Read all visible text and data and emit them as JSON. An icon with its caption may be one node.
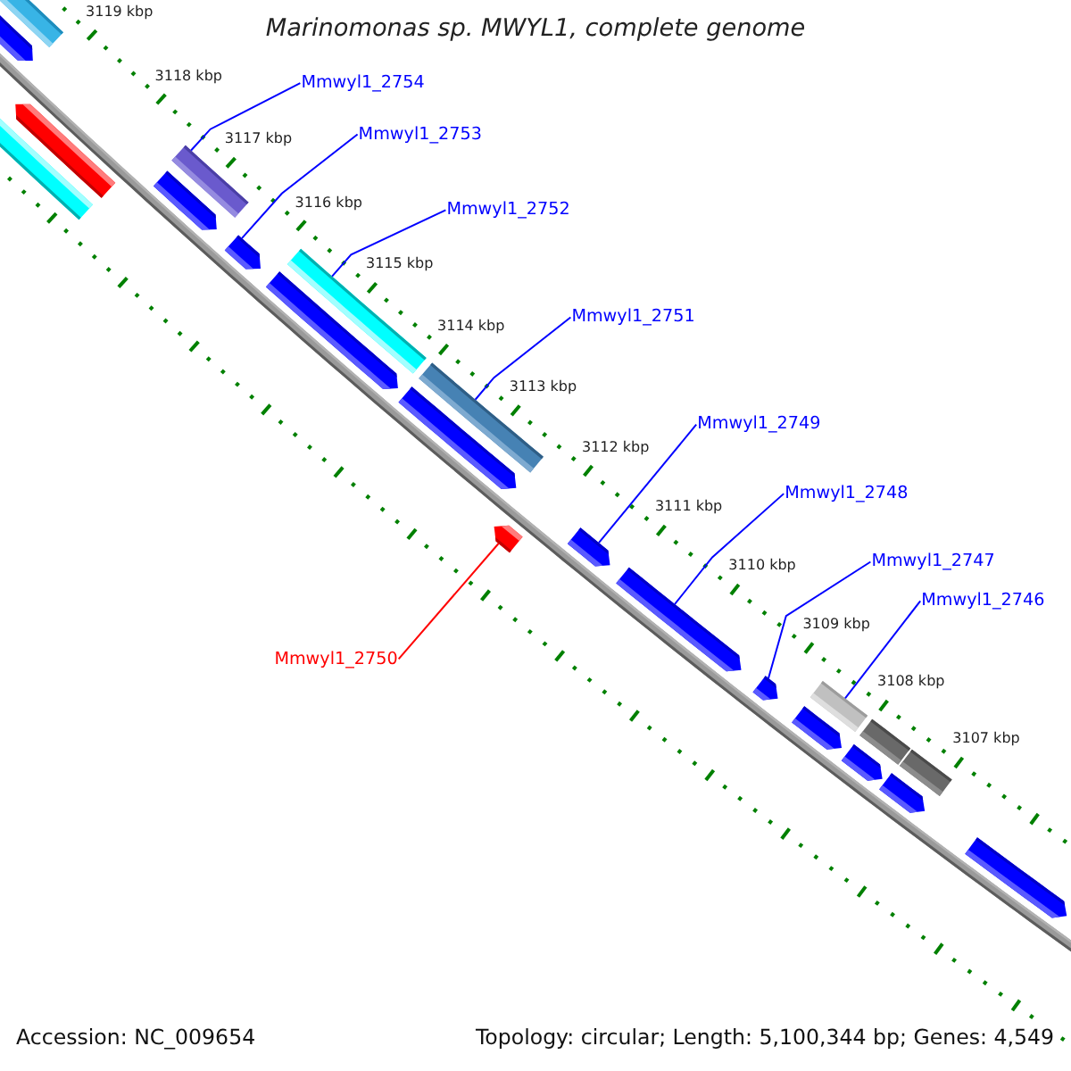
{
  "diagram": {
    "title": "Marinomonas sp. MWYL1, complete genome",
    "nodes": [
      {
        "text": [
          "Mmwyl1_2754"
        ]
      },
      {
        "text": [
          "Mmwyl1_2753"
        ]
      },
      {
        "text": [
          "Mmwyl1_2752"
        ]
      },
      {
        "text": [
          "Mmwyl1_2751"
        ]
      },
      {
        "text": [
          "Mmwyl1_2749"
        ]
      },
      {
        "text": [
          "Mmwyl1_2748"
        ]
      },
      {
        "text": [
          "Mmwyl1_2747"
        ]
      },
      {
        "text": [
          "Mmwyl1_2746"
        ]
      },
      {
        "text": [
          "Mmwyl1_2750"
        ]
      },
      {
        "text": [],
        "shape": "bar"
      },
      {
        "text": [],
        "shape": "pentagon"
      },
      {
        "text": [],
        "shape": "pentagon"
      },
      {
        "text": [],
        "shape": "bar"
      },
      {
        "text": [],
        "shape": "bar"
      },
      {
        "text": [],
        "shape": "pentagon"
      },
      {
        "text": [],
        "shape": "pentagon"
      },
      {
        "text": [],
        "shape": "bar"
      },
      {
        "text": [],
        "shape": "pentagon"
      },
      {
        "text": [],
        "shape": "bar"
      },
      {
        "text": [],
        "shape": "pentagon"
      },
      {
        "text": [],
        "shape": "pentagon"
      },
      {
        "text": [],
        "shape": "pentagon"
      },
      {
        "text": [],
        "shape": "pentagon"
      },
      {
        "text": [],
        "shape": "pentagon"
      },
      {
        "text": [],
        "shape": "bar"
      },
      {
        "text": [],
        "shape": "pentagon"
      },
      {
        "text": [],
        "shape": "bar"
      },
      {
        "text": [],
        "shape": "pentagon"
      },
      {
        "text": [],
        "shape": "bar"
      },
      {
        "text": [],
        "shape": "pentagon"
      },
      {
        "text": [],
        "shape": "pentagon"
      }
    ],
    "edges": [
      {
        "from": 0,
        "to": 13,
        "arrow": "none"
      },
      {
        "from": 1,
        "to": 15,
        "arrow": "none"
      },
      {
        "from": 2,
        "to": 16,
        "arrow": "none"
      },
      {
        "from": 3,
        "to": 18,
        "arrow": "none"
      },
      {
        "from": 4,
        "to": 21,
        "arrow": "none"
      },
      {
        "from": 5,
        "to": 22,
        "arrow": "none"
      },
      {
        "from": 6,
        "to": 23,
        "arrow": "none"
      },
      {
        "from": 7,
        "to": 24,
        "arrow": "none"
      },
      {
        "from": 8,
        "to": 20,
        "arrow": "none",
        "color": "#ff0000"
      }
    ],
    "labels": [
      "3119 kbp",
      "3118 kbp",
      "3117 kbp",
      "3116 kbp",
      "3115 kbp",
      "3114 kbp",
      "3113 kbp",
      "3112 kbp",
      "3111 kbp",
      "3110 kbp",
      "3109 kbp",
      "3108 kbp",
      "3107 kbp",
      "Accession: NC_009654",
      "Topology: circular; Length: 5,100,344 bp; Genes: 4,549"
    ]
  }
}
